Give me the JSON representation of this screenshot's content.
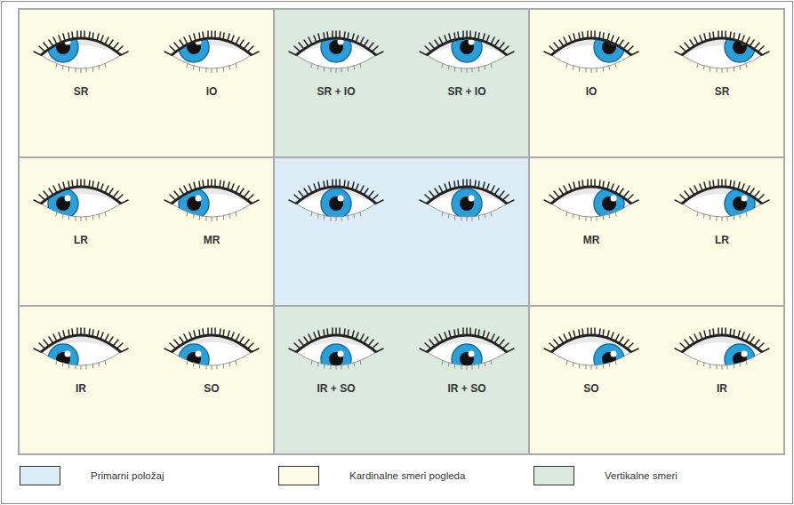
{
  "diagram": {
    "nodes": [
      {
        "text": [
          "SR",
          "IO"
        ]
      },
      {
        "text": [
          "SR + IO",
          "SR + IO"
        ]
      },
      {
        "text": [
          "IO",
          "SR"
        ]
      },
      {
        "text": [
          "LR",
          "MR"
        ]
      },
      {
        "text": [
          "MR",
          "LR"
        ]
      },
      {
        "text": [
          "IR",
          "SO"
        ]
      },
      {
        "text": [
          "IR + SO",
          "IR + SO"
        ]
      },
      {
        "text": [
          "SO",
          "IR"
        ]
      }
    ],
    "legend": [
      {
        "text": "Primarni položaj",
        "color": "#dcedf8"
      },
      {
        "text": "Kardinalne smeri pogleda",
        "color": "#fcfbe6"
      },
      {
        "text": "Vertikalne smeri",
        "color": "#dbe9de"
      }
    ]
  }
}
